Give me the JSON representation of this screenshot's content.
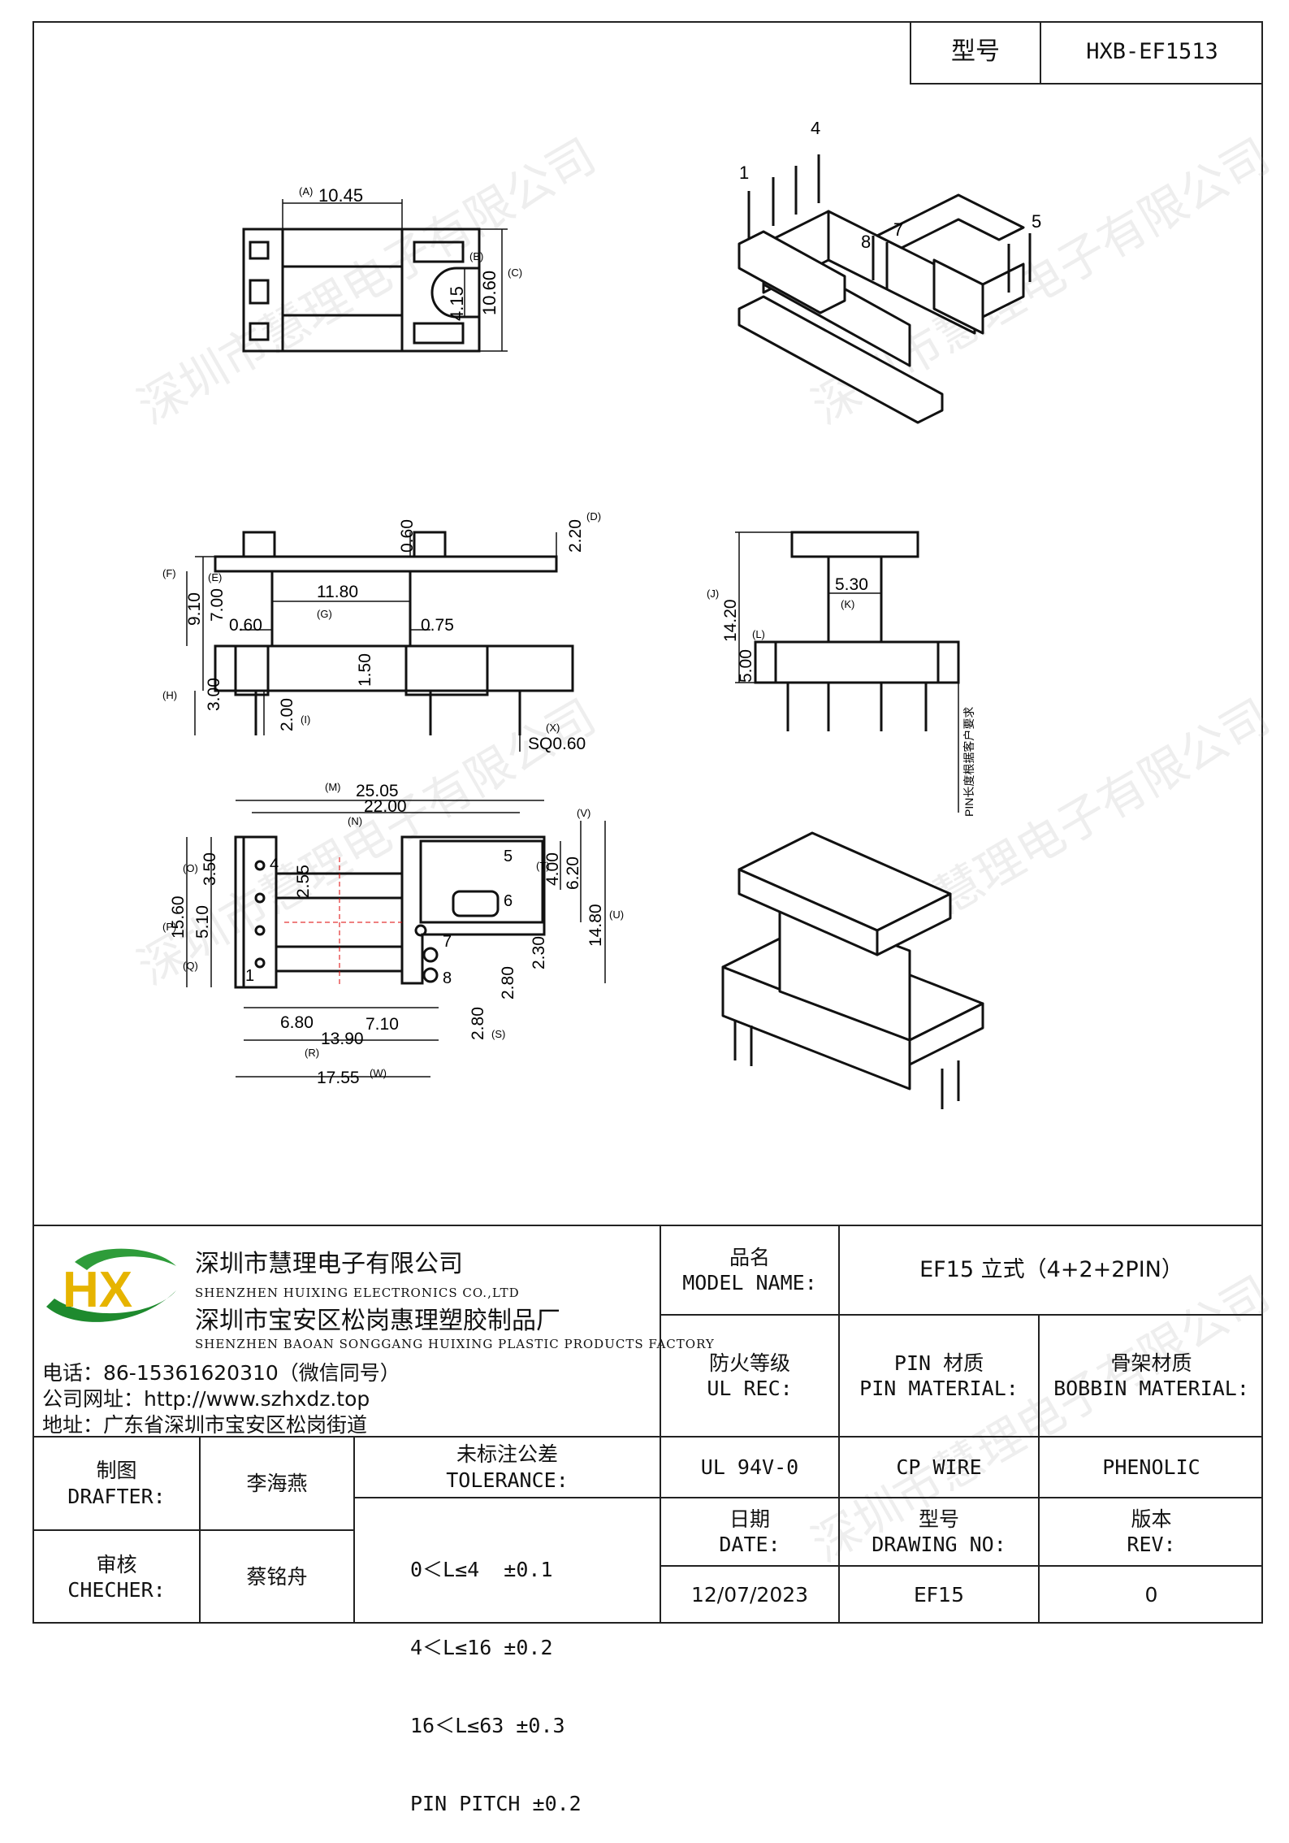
{
  "header": {
    "model_label": "型号",
    "model_value": "HXB-EF1513"
  },
  "watermark": "深圳市慧理电子有限公司",
  "drawings": {
    "top_view": {
      "a_label": "(A)",
      "a": "10.45",
      "b_label": "(B)",
      "b": "4.15",
      "c_label": "(C)",
      "c": "10.60"
    },
    "iso_top": {
      "pins": [
        "1",
        "4",
        "7",
        "8",
        "5"
      ]
    },
    "front_view": {
      "d": "2.20",
      "d_label": "(D)",
      "t1": "0.60",
      "f_label": "(F)",
      "f": "9.10",
      "e_label": "(E)",
      "e": "7.00",
      "g": "11.80",
      "g_label": "(G)",
      "left_gap": "0.60",
      "right_gap": "0.75",
      "h_label": "(H)",
      "h": "3.00",
      "i": "2.00",
      "i_label": "(I)",
      "mid": "1.50",
      "x_label": "(X)",
      "x": "SQ0.60"
    },
    "side_view": {
      "j_label": "(J)",
      "j": "14.20",
      "k": "5.30",
      "k_label": "(K)",
      "l_label": "(L)",
      "l": "5.00",
      "pin_note": "PIN长度根据客户要求"
    },
    "bottom_view": {
      "m_label": "(M)",
      "m": "25.05",
      "n": "22.00",
      "n_label": "(N)",
      "o_label": "(O)",
      "o": "3.50",
      "p_label": "(P)",
      "p": "15.60",
      "q1": "5.10",
      "q_label": "(Q)",
      "p4": "2.55",
      "v_label": "(V)",
      "t_label": "(T)",
      "t": "4.00",
      "v": "6.20",
      "u": "14.80",
      "u_label": "(U)",
      "d230": "2.30",
      "d280a": "2.80",
      "d280b": "2.80",
      "s_label": "(S)",
      "r1": "6.80",
      "r2": "7.10",
      "r": "13.90",
      "r_label": "(R)",
      "w": "17.55",
      "w_label": "(W)",
      "pins": [
        "4",
        "5",
        "6",
        "7",
        "8",
        "1"
      ]
    }
  },
  "company": {
    "name_cn": "深圳市慧理电子有限公司",
    "name_en": "SHENZHEN HUIXING ELECTRONICS CO.,LTD",
    "factory_cn": "深圳市宝安区松岗惠理塑胶制品厂",
    "factory_en": "SHENZHEN BAOAN SONGGANG HUIXING PLASTIC PRODUCTS FACTORY",
    "phone": "电话：86-15361620310（微信同号）",
    "website": "公司网址：http://www.szhxdz.top",
    "address": "地址：广东省深圳市宝安区松岗街道",
    "logo_text": "HX",
    "logo_colors": {
      "h": "#e6b400",
      "x": "#2e9c3a",
      "swoosh": "#1e8a2e"
    }
  },
  "title_block": {
    "product_name_label_cn": "品名",
    "product_name_label_en": "MODEL NAME:",
    "product_name": "EF15 立式（4+2+2PIN）",
    "ul_label_cn": "防火等级",
    "ul_label_en": "UL REC:",
    "pin_mat_cn": "PIN 材质",
    "pin_mat_en": "PIN MATERIAL:",
    "bobbin_mat_cn": "骨架材质",
    "bobbin_mat_en": "BOBBIN MATERIAL:",
    "ul_value": "UL 94V-0",
    "pin_value": "CP WIRE",
    "bobbin_value": "PHENOLIC",
    "drafter_cn": "制图",
    "drafter_en": "DRAFTER:",
    "drafter_name": "李海燕",
    "checker_cn": "审核",
    "checker_en": "CHECHER:",
    "checker_name": "蔡铭舟",
    "tolerance_cn": "未标注公差",
    "tolerance_en": "TOLERANCE:",
    "tolerance_rows": [
      "0＜L≤4  ±0.1",
      "4＜L≤16 ±0.2",
      "16＜L≤63 ±0.3",
      "PIN PITCH ±0.2"
    ],
    "date_cn": "日期",
    "date_en": "DATE:",
    "drawing_no_cn": "型号",
    "drawing_no_en": "DRAWING NO:",
    "rev_cn": "版本",
    "rev_en": "REV:",
    "date_value": "12/07/2023",
    "drawing_no_value": "EF15",
    "rev_value": "0"
  }
}
